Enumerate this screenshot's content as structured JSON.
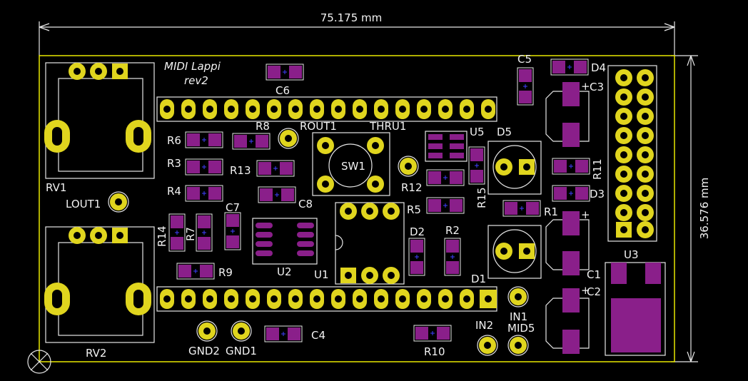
{
  "dimensions": {
    "width": "75.175 mm",
    "height": "36.576 mm"
  },
  "board_title": {
    "line1": "MIDI Lappi",
    "line2": "rev2"
  },
  "colors": {
    "background": "#000000",
    "outline": "#e8e800",
    "pads": "#e0d51e",
    "smd_pads": "#8a1f8a",
    "silkscreen": "#e6e6e6"
  },
  "refs": {
    "RV1": "RV1",
    "RV2": "RV2",
    "LOUT1": "LOUT1",
    "C6": "C6",
    "C5": "C5",
    "D4": "D4",
    "C3": "C3",
    "R6": "R6",
    "R8": "R8",
    "ROUT1": "ROUT1",
    "THRU1": "THRU1",
    "U5": "U5",
    "D5": "D5",
    "R3": "R3",
    "R13": "R13",
    "SW1": "SW1",
    "R12": "R12",
    "R11": "R11",
    "R4": "R4",
    "C8": "C8",
    "R15": "R15",
    "D3": "D3",
    "R14": "R14",
    "R7": "R7",
    "C7": "C7",
    "R5": "R5",
    "R1": "R1",
    "D2": "D2",
    "R2": "R2",
    "U2": "U2",
    "U1": "U1",
    "U3": "U3",
    "R9": "R9",
    "D1": "D1",
    "C1": "C1",
    "C2": "C2",
    "IN1": "IN1",
    "IN2": "IN2",
    "MID5": "MID5",
    "GND2": "GND2",
    "GND1": "GND1",
    "C4": "C4",
    "R10": "R10"
  }
}
